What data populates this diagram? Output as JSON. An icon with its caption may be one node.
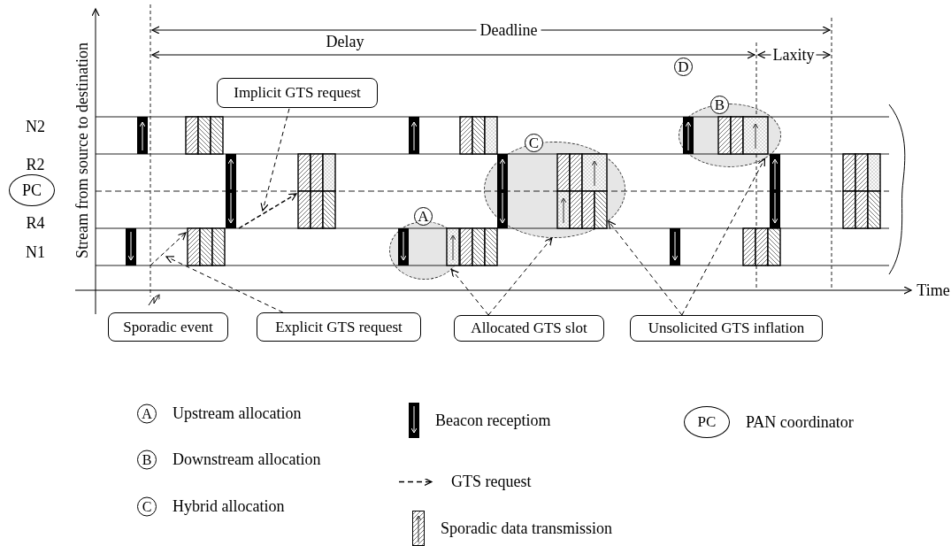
{
  "diagram": {
    "nodes": [
      {
        "text": [
          "D"
        ]
      },
      {
        "text": [
          "Implicit GTS request"
        ]
      },
      {
        "text": [
          "B"
        ]
      },
      {
        "text": [
          "C"
        ]
      },
      {
        "text": [
          "PC"
        ]
      },
      {
        "text": [
          "A"
        ]
      },
      {
        "text": [
          "Sporadic event"
        ]
      },
      {
        "text": [
          "Explicit GTS request"
        ]
      },
      {
        "text": [
          "Allocated GTS slot"
        ]
      },
      {
        "text": [
          "Unsolicited GTS inflation"
        ]
      }
    ],
    "edges": [
      {
        "from": 1,
        "to": null,
        "arrow": "to",
        "style": "dashed"
      },
      {
        "from": 7,
        "to": null,
        "arrow": "to",
        "style": "dashed"
      },
      {
        "from": 8,
        "to": 5,
        "arrow": "to",
        "style": "dashed"
      },
      {
        "from": 8,
        "to": 3,
        "arrow": "to",
        "style": "dashed"
      },
      {
        "from": 9,
        "to": 3,
        "arrow": "to",
        "style": "dashed"
      },
      {
        "from": 9,
        "to": 2,
        "arrow": "to",
        "style": "dashed"
      }
    ],
    "labels": [
      "Deadline",
      "Delay",
      "Laxity",
      "N2",
      "R2",
      "R4",
      "N1",
      "Stream from source to destination",
      "Time",
      "A",
      "B",
      "C",
      "PC"
    ],
    "legend": [
      {
        "text": "Upstream allocation"
      },
      {
        "text": "Downstream allocation"
      },
      {
        "text": "Hybrid allocation"
      },
      {
        "text": "Beacon receptiom"
      },
      {
        "text": "GTS request"
      },
      {
        "text": "Sporadic data transmission"
      },
      {
        "text": "PAN coordinator"
      }
    ]
  }
}
